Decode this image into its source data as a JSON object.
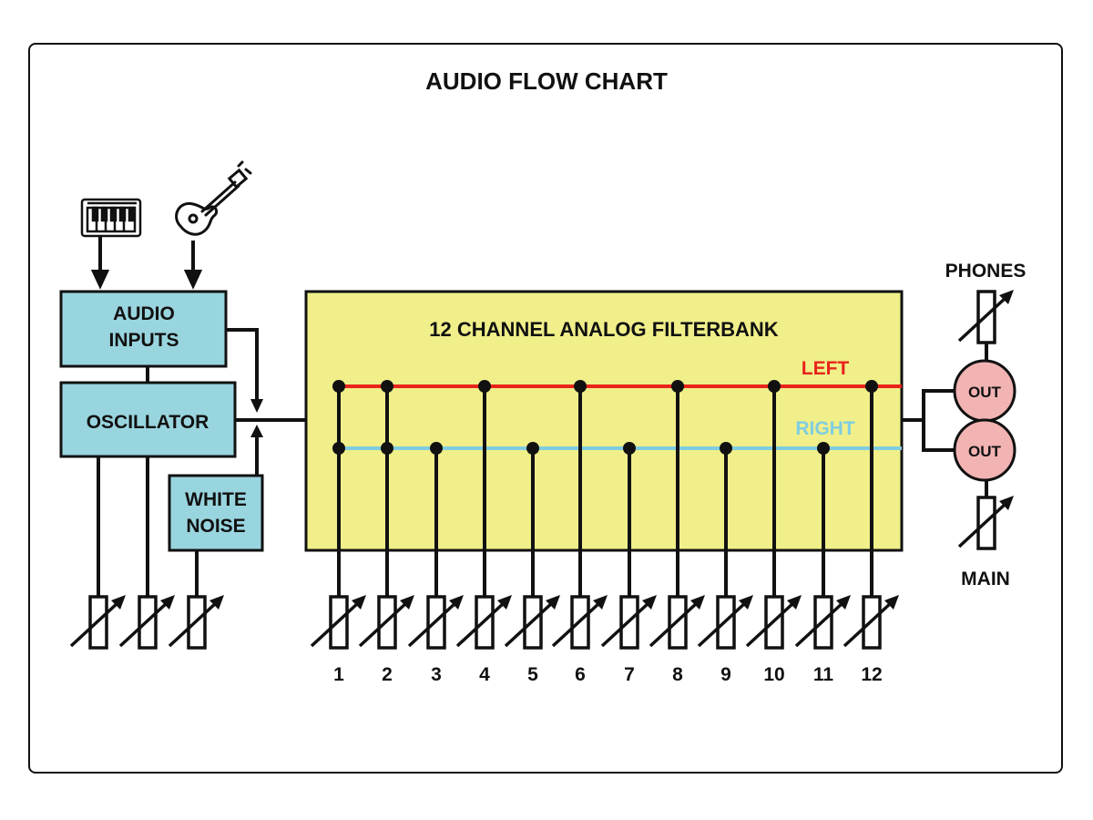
{
  "title": "AUDIO FLOW CHART",
  "blocks": {
    "audio_inputs": [
      "AUDIO",
      "INPUTS"
    ],
    "oscillator": "OSCILLATOR",
    "white_noise": [
      "WHITE",
      "NOISE"
    ],
    "filterbank": "12 CHANNEL ANALOG FILTERBANK",
    "left_bus": "LEFT",
    "right_bus": "RIGHT",
    "out_label": "OUT",
    "phones": "PHONES",
    "main": "MAIN"
  },
  "channels": [
    "1",
    "2",
    "3",
    "4",
    "5",
    "6",
    "7",
    "8",
    "9",
    "10",
    "11",
    "12"
  ],
  "channel_bus": [
    "both",
    "both",
    "right",
    "left",
    "right",
    "left",
    "right",
    "left",
    "right",
    "left",
    "right",
    "left"
  ],
  "icons": {
    "keyboard": "keyboard-icon",
    "guitar": "guitar-icon"
  },
  "colors": {
    "block_fill": "#99d5df",
    "filterbank_fill": "#f0ef8a",
    "left_bus": "#e8241b",
    "right_bus": "#7fcde0",
    "out_fill": "#f2b3b3",
    "line": "#111111"
  }
}
